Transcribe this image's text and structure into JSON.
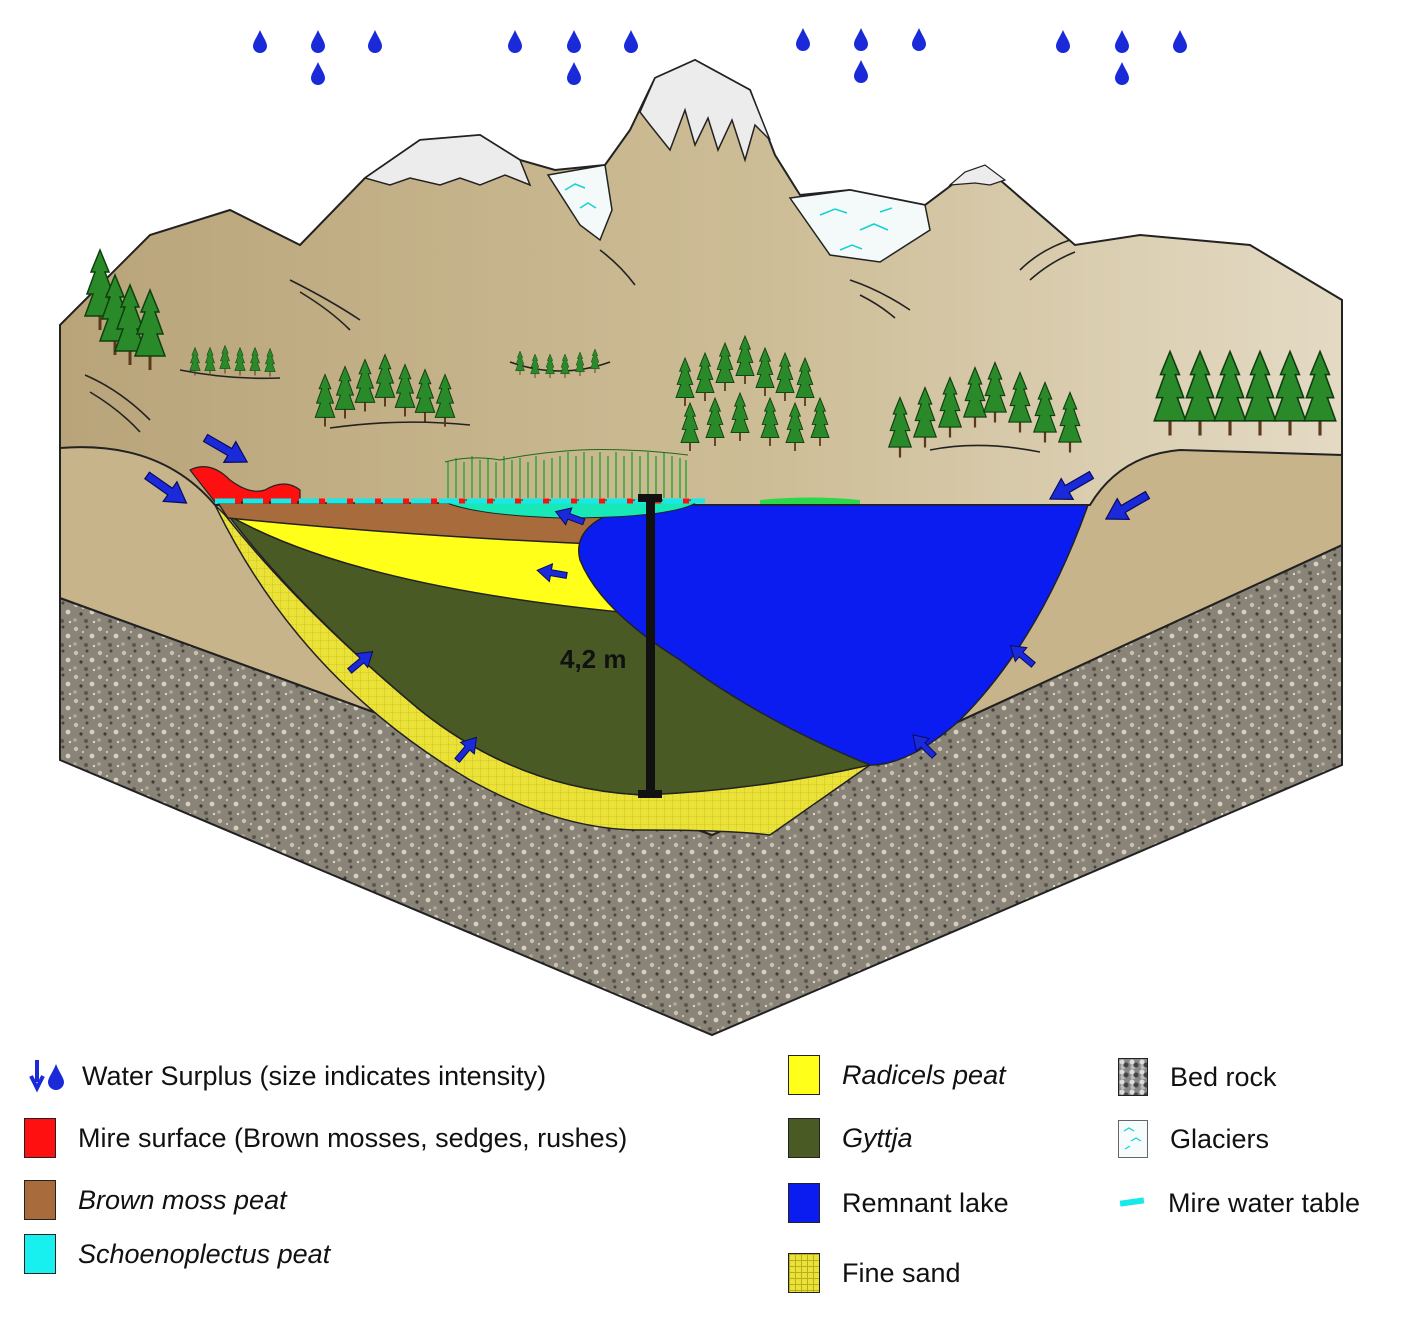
{
  "depth_label": "4,2 m",
  "colors": {
    "mire_surface": "#ff1010",
    "brown_moss_peat": "#a86b3c",
    "schoenoplectus_peat": "#18e8e8",
    "radicels_peat": "#ffff1a",
    "gyttja": "#4a5a24",
    "remnant_lake": "#0a1cf0",
    "fine_sand": "#e8e030",
    "hills": "#c8b48a",
    "water_arrows": "#1a2ad8"
  },
  "legend": {
    "water_surplus": "Water Surplus (size indicates intensity)",
    "mire_surface": "Mire surface (Brown mosses, sedges, rushes)",
    "brown_moss_peat": "Brown moss peat",
    "schoenoplectus_peat": "Schoenoplectus peat",
    "radicels_peat": "Radicels peat",
    "gyttja": "Gyttja",
    "remnant_lake": "Remnant lake",
    "fine_sand": "Fine sand",
    "bed_rock": "Bed rock",
    "glaciers": "Glaciers",
    "mire_water_table": "Mire water table"
  },
  "icons": [
    "rain-drop-icon",
    "water-arrow-icon",
    "conifer-tree-icon",
    "reed-icon",
    "bed-rock-swatch-icon",
    "glacier-swatch-icon",
    "water-table-dash-icon"
  ]
}
